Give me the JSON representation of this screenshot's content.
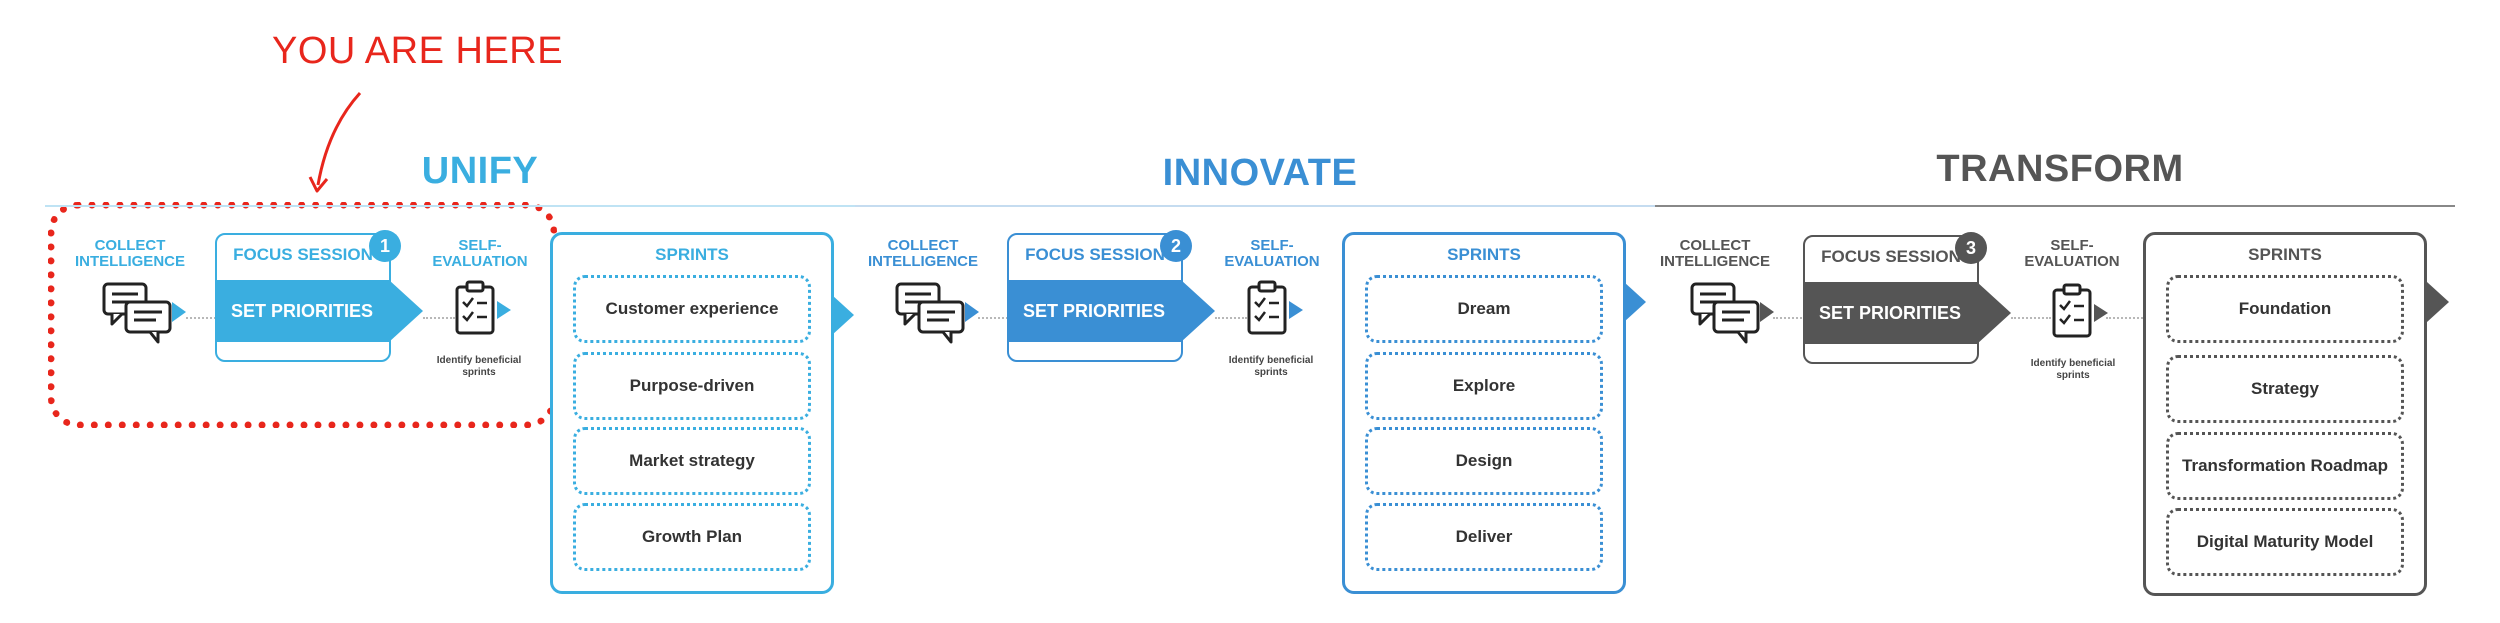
{
  "annotation": {
    "text": "YOU ARE HERE",
    "color": "#e8261c"
  },
  "phases": [
    {
      "title": "UNIFY",
      "color": "#3aaee0",
      "collect_label": "COLLECT\nINTELLIGENCE",
      "focus_title": "FOCUS SESSION",
      "badge": "1",
      "band_label": "SET PRIORITIES",
      "self_eval_label": "SELF-\nEVALUATION",
      "note": "Identify beneficial sprints",
      "sprints_header": "SPRINTS",
      "sprints": [
        "Customer experience",
        "Purpose-driven",
        "Market strategy",
        "Growth Plan"
      ]
    },
    {
      "title": "INNOVATE",
      "color": "#3a8fd4",
      "collect_label": "COLLECT\nINTELLIGENCE",
      "focus_title": "FOCUS SESSION",
      "badge": "2",
      "band_label": "SET PRIORITIES",
      "self_eval_label": "SELF-\nEVALUATION",
      "note": "Identify beneficial sprints",
      "sprints_header": "SPRINTS",
      "sprints": [
        "Dream",
        "Explore",
        "Design",
        "Deliver"
      ]
    },
    {
      "title": "TRANSFORM",
      "color": "#555555",
      "collect_label": "COLLECT\nINTELLIGENCE",
      "focus_title": "FOCUS SESSION",
      "badge": "3",
      "band_label": "SET PRIORITIES",
      "self_eval_label": "SELF-\nEVALUATION",
      "note": "Identify beneficial sprints",
      "sprints_header": "SPRINTS",
      "sprints": [
        "Foundation",
        "Strategy",
        "Transformation Roadmap",
        "Digital Maturity Model"
      ]
    }
  ]
}
